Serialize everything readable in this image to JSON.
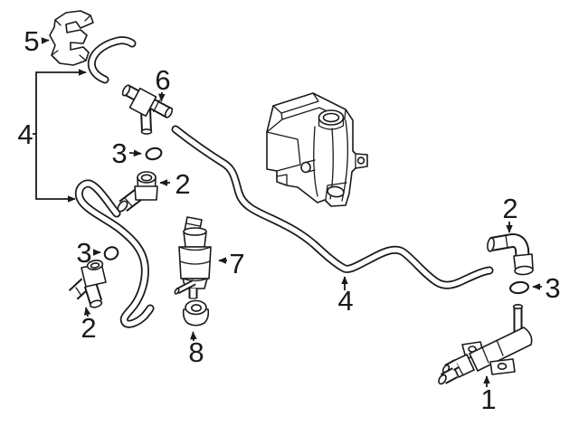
{
  "diagram": {
    "description": "exploded-parts-line-drawing-washer-system",
    "background_color": "#ffffff",
    "line_color": "#1a1a1a",
    "callouts": [
      {
        "label": "5",
        "part": "hose-retaining-clip"
      },
      {
        "label": "4",
        "part": "washer-hoses-bracket"
      },
      {
        "label": "6",
        "part": "tee-connector"
      },
      {
        "label": "3",
        "part": "o-ring-seal-upper"
      },
      {
        "label": "2",
        "part": "elbow-connector-upper-left"
      },
      {
        "label": "3",
        "part": "o-ring-seal-left"
      },
      {
        "label": "2",
        "part": "elbow-connector-lower-left"
      },
      {
        "label": "7",
        "part": "washer-pump"
      },
      {
        "label": "8",
        "part": "pump-grommet"
      },
      {
        "label": "4",
        "part": "washer-hose-main"
      },
      {
        "label": "2",
        "part": "elbow-connector-right"
      },
      {
        "label": "3",
        "part": "o-ring-seal-right"
      },
      {
        "label": "1",
        "part": "headlamp-washer-actuator"
      }
    ]
  }
}
